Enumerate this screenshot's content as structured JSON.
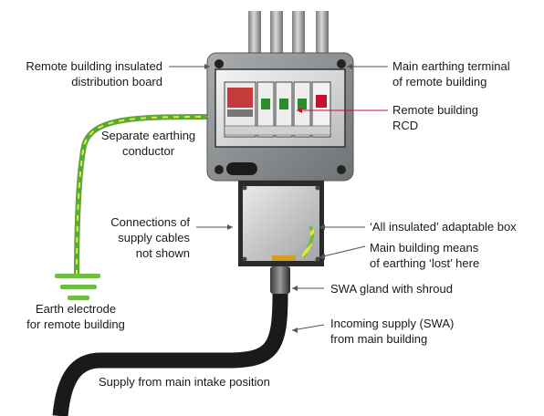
{
  "labels": {
    "dist_board": [
      "Remote building insulated",
      "distribution board"
    ],
    "main_earth_terminal": [
      "Main earthing terminal",
      "of remote building"
    ],
    "rcd": [
      "Remote building",
      "RCD"
    ],
    "earth_conductor": [
      "Separate earthing",
      "conductor"
    ],
    "connections": [
      "Connections of",
      "supply cables",
      "not shown"
    ],
    "adaptable_box": [
      "‘All insulated’ adaptable box"
    ],
    "means_of_earthing": [
      "Main building means",
      "of earthing ‘lost’ here"
    ],
    "swa_gland": [
      "SWA gland with shroud"
    ],
    "incoming_supply": [
      "Incoming supply (SWA)",
      "from main building"
    ],
    "earth_electrode": [
      "Earth electrode",
      "for remote building"
    ],
    "main_intake": [
      "Supply from main intake position"
    ]
  },
  "colors": {
    "earth_green": "#6fbe44",
    "earth_yellow": "#e6e63c",
    "rcd_red": "#c8102e",
    "enclosure_grey": "#8c8f91",
    "cable_black": "#1a1a1a"
  },
  "icons": [
    "distribution-board",
    "rcd-module",
    "adaptable-box",
    "swa-gland",
    "swa-cable",
    "earth-electrode"
  ]
}
